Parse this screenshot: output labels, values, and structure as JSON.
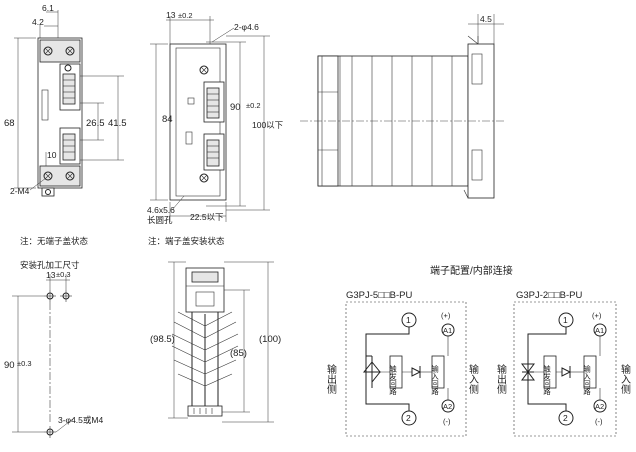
{
  "dims": {
    "d_6_1": "6.1",
    "d_4_2": "4.2",
    "d_68": "68",
    "d_26_5": "26.5",
    "d_41_5": "41.5",
    "d_10": "10",
    "d_2m4": "2-M4",
    "d_13": "13",
    "d_13_tol": "±0.2",
    "d_2phi": "2-φ4.6",
    "d_84": "84",
    "d_90": "90",
    "d_90_tol": "±0.2",
    "d_100max": "100以下",
    "d_slot": "4.6x5.6",
    "d_slot2": "长圆孔",
    "d_22_5": "22.5以下",
    "d_4_5": "4.5",
    "d_98_5": "(98.5)",
    "d_85": "(85)",
    "d_100": "(100)",
    "m_13": "13",
    "m_13_tol": "±0.3",
    "m_90": "90",
    "m_90_tol": "±0.3",
    "m_holes": "3-φ4.5或M4"
  },
  "notes": {
    "no_cover": "注：无端子盖状态",
    "with_cover": "注：端子盖安装状态",
    "mount_title": "安装孔加工尺寸",
    "terminal_title": "端子配置/内部连接"
  },
  "circuits": {
    "left_model": "G3PJ-5□□B-PU",
    "right_model": "G3PJ-2□□B-PU",
    "t1": "1",
    "t2": "2",
    "a1": "A1",
    "a2": "A2",
    "plus": "(+)",
    "minus": "(-)",
    "drive": "触发回路",
    "input": "输入回路",
    "out_side": "输出侧",
    "in_side": "输入侧"
  }
}
